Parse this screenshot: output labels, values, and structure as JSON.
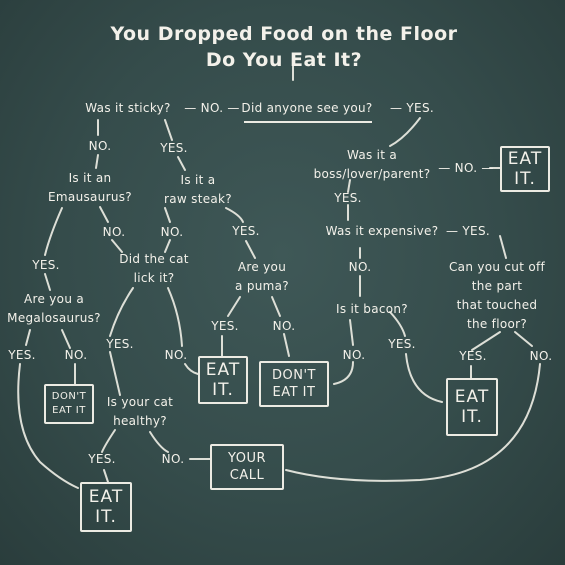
{
  "title_line1": "You Dropped Food on the Floor",
  "title_line2": "Do You Eat It?",
  "labels": {
    "yes": "YES.",
    "no": "NO.",
    "no_inline": "— NO. —",
    "yes_inline": "— YES.",
    "yes_lead": "—YES."
  },
  "questions": {
    "sticky": "Was it sticky?",
    "anyone_see": "Did anyone see you?",
    "emausaurus": "Is it an\nEmausaurus?",
    "raw_steak": "Is it a\nraw steak?",
    "boss": "Was it a\nboss/lover/parent?",
    "expensive": "Was it expensive?",
    "cat_lick": "Did the cat\nlick it?",
    "puma": "Are you\na puma?",
    "cut_off": "Can you cut off\nthe part\nthat touched\nthe floor?",
    "megalosaurus": "Are you a\nMegalosaurus?",
    "bacon": "Is it bacon?",
    "cat_healthy": "Is your cat\nhealthy?"
  },
  "outcomes": {
    "eat_it": "EAT\nIT.",
    "dont_eat_it": "DON'T\nEAT IT",
    "your_call": "YOUR\nCALL"
  }
}
